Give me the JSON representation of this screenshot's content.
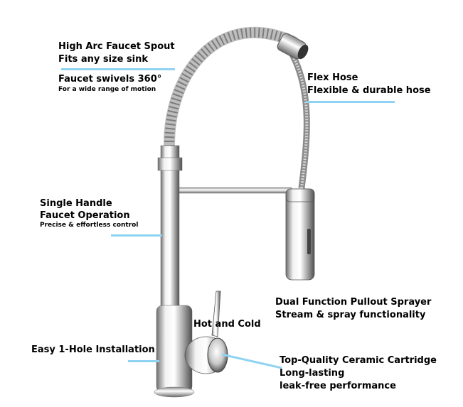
{
  "callouts": {
    "spout": {
      "title": "High Arc Faucet Spout",
      "sub": "Fits any size sink"
    },
    "swivel": {
      "title": "Faucet swivels 360°",
      "sub": "For a wide range of motion"
    },
    "hose": {
      "title": "Flex Hose",
      "sub": "Flexible & durable hose"
    },
    "handle": {
      "title1": "Single Handle",
      "title2": "Faucet Operation",
      "sub": "Precise & effortless control"
    },
    "sprayer": {
      "title": "Dual Function Pullout Sprayer",
      "sub": "Stream & spray functionality"
    },
    "temp": {
      "title": "Hot and Cold"
    },
    "install": {
      "title": "Easy 1-Hole Installation"
    },
    "cartridge": {
      "title": "Top-Quality Ceramic Cartridge",
      "sub1": "Long-lasting",
      "sub2": "leak-free performance"
    }
  },
  "colors": {
    "accent_line": "#8fd3f2",
    "chrome_light": "#f4f4f4",
    "chrome_dark": "#7a7a7a"
  }
}
